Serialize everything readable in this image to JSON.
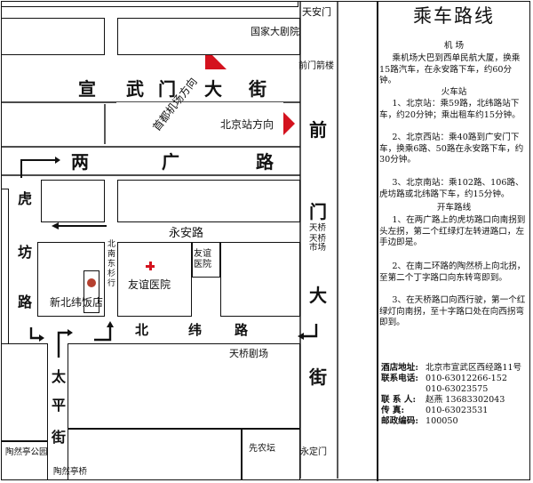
{
  "map": {
    "roads": {
      "xuanwumen_dajie": [
        "宣",
        "武",
        "门",
        "大",
        "街"
      ],
      "lianguang_lu": [
        "两",
        "广",
        "路"
      ],
      "qianmen_dajie": [
        "前",
        "门",
        "大",
        "街"
      ],
      "hufang_lu": [
        "虎",
        "坊",
        "路"
      ],
      "taiping_jie": [
        "太",
        "平",
        "街"
      ],
      "beiwei_lu": [
        "北",
        "纬",
        "路"
      ],
      "yongan_lu": "永安路",
      "nanshi_lu": "北\n南\n东\n杉\n行"
    },
    "labels": {
      "tiananmen": "天安门",
      "guojia_dajuyuan": "国家大剧院",
      "qianmen_jianlou": "前门箭楼",
      "airport_direction": "首都机场方向",
      "station_direction": "北京站方向",
      "tianqiao": "天桥",
      "tianqiao_shichang": "天桥\n市场",
      "youyi_hospital": "友谊医院",
      "youyi_hospital_small": "友谊\n医院",
      "xinbeiwei_hotel": "新北纬饭店",
      "tianqiao_juchang": "天桥剧场",
      "xiannongtan": "先农坛",
      "taoranting_park": "陶然亭公园",
      "taoranting_bridge": "陶然亭桥",
      "yongdingmen": "永定门"
    },
    "colors": {
      "accent": "#d4121e",
      "line": "#111111"
    }
  },
  "panel": {
    "title": "乘车路线",
    "airport_heading": "机 场",
    "airport_text": "乘机场大巴到西单民航大厦，换乘15路汽车，在永安路下车，约60分钟。",
    "railway_heading": "火车站",
    "railway_1": "1、北京站：乘59路，北纬路站下车，约20分钟；乘出租车约15分钟。",
    "railway_2": "2、北京西站：乘40路到广安门下车，换乘6路、50路在永安路下车，约30分钟。",
    "railway_3": "3、北京南站：乘102路、106路、虎坊路或北纬路下车，约15分钟。",
    "drive_heading": "开车路线",
    "drive_1": "1、在两广路上的虎坊路口向南拐到头左拐，第二个红绿灯左转进路口，左手边即是。",
    "drive_2": "2、在南二环路的陶然桥上向北拐，至第二个丁字路口向东转弯即到。",
    "drive_3": "3、在天桥路口向西行驶，第一个红绿灯向南拐，至十字路口处在向西拐弯即到。",
    "contact": [
      {
        "k": "酒店地址:",
        "v": "北京市宣武区西经路11号"
      },
      {
        "k": "联系电话:",
        "v": "010-63012266-152"
      },
      {
        "k": "",
        "v": "010-63023575"
      },
      {
        "k": "联 系 人:",
        "v": "赵燕   13683302043"
      },
      {
        "k": "传    真:",
        "v": "010-63023531"
      },
      {
        "k": "邮政编码:",
        "v": "100050"
      }
    ]
  }
}
